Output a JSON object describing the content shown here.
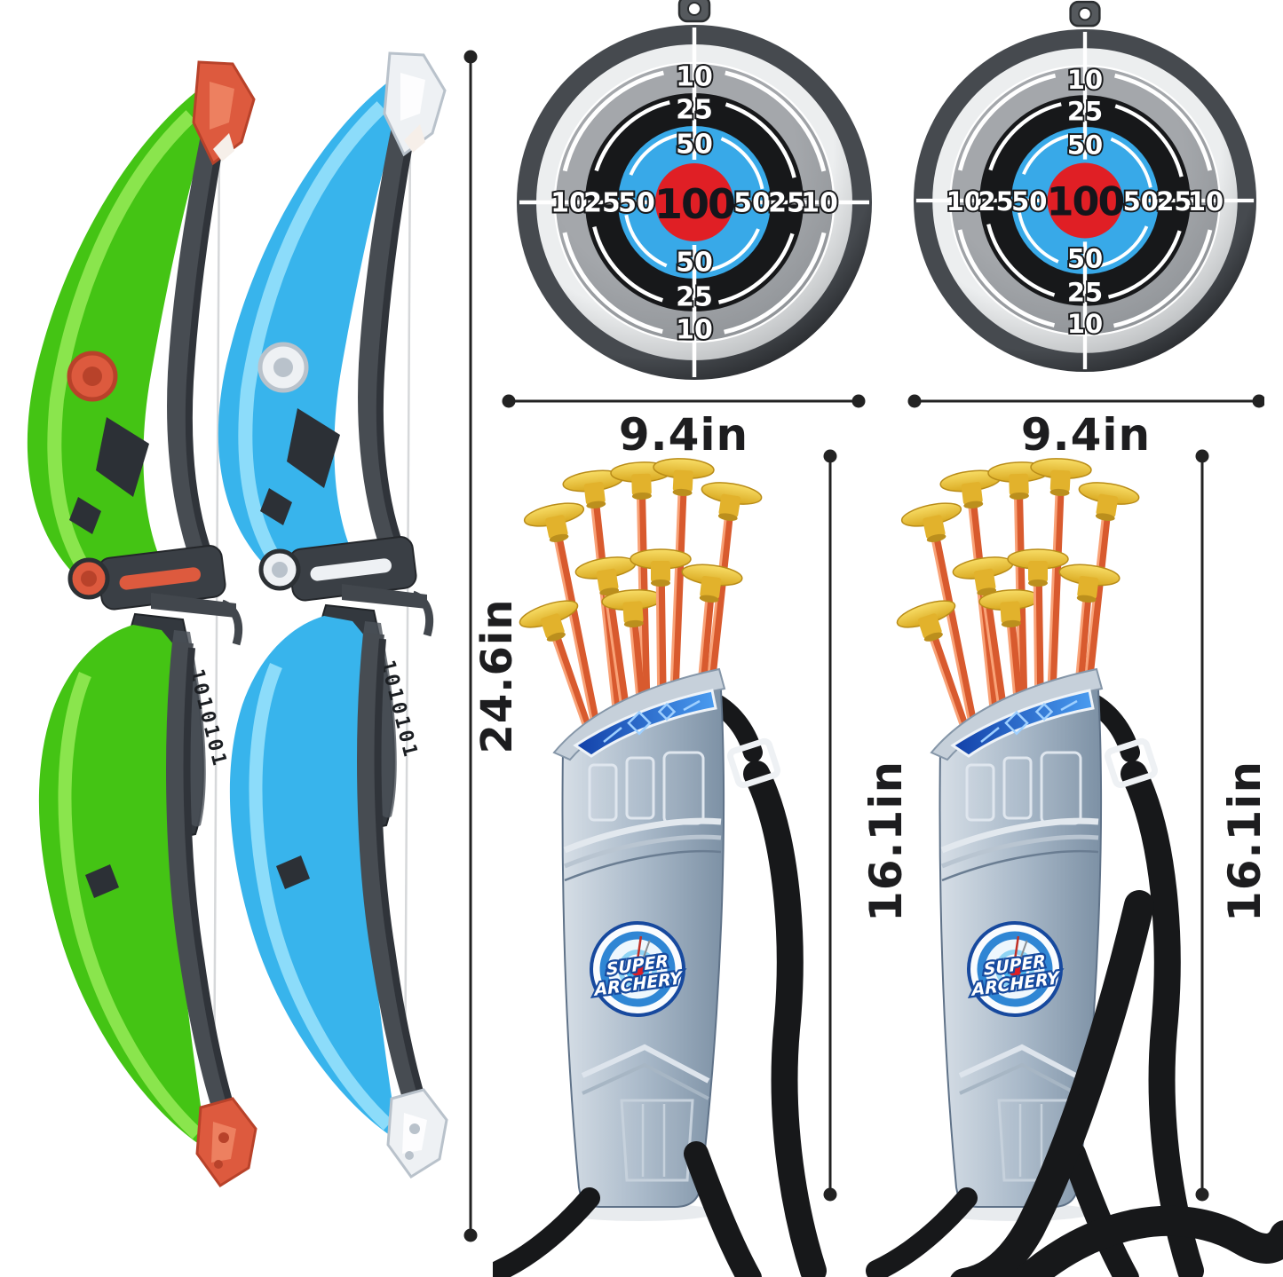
{
  "page": {
    "background": "#ffffff"
  },
  "bows": {
    "grip_marking": "1010101",
    "items": [
      {
        "name": "green bow with red accents",
        "glow_color": "#44c414",
        "accent_color": "#dd5a3e"
      },
      {
        "name": "blue bow with white accents",
        "glow_color": "#38b4ec",
        "accent_color": "#eef1f4"
      }
    ]
  },
  "targets": {
    "count": 2,
    "ring_values": [
      "10",
      "25",
      "50"
    ],
    "bullseye_value": "100",
    "colors": {
      "bullseye_red": "#e01f25",
      "ring_blue": "#38a9e8",
      "ring_black": "#17181a",
      "ring_gray": "#8f9397",
      "rim_silver": "#c9cccf"
    }
  },
  "quivers": {
    "count": 2,
    "logo_line1": "SUPER",
    "logo_line2": "ARCHERY",
    "colors": {
      "body": "#a9b9c9",
      "strap": "#17181a",
      "arrow_shaft": "#d85a2e",
      "suction_cup": "#eec33b",
      "band_blue": "#2a6fd0"
    }
  },
  "dimensions": {
    "set_height": "24.6in",
    "target_width": "9.4in",
    "quiver_height": "16.1in"
  }
}
